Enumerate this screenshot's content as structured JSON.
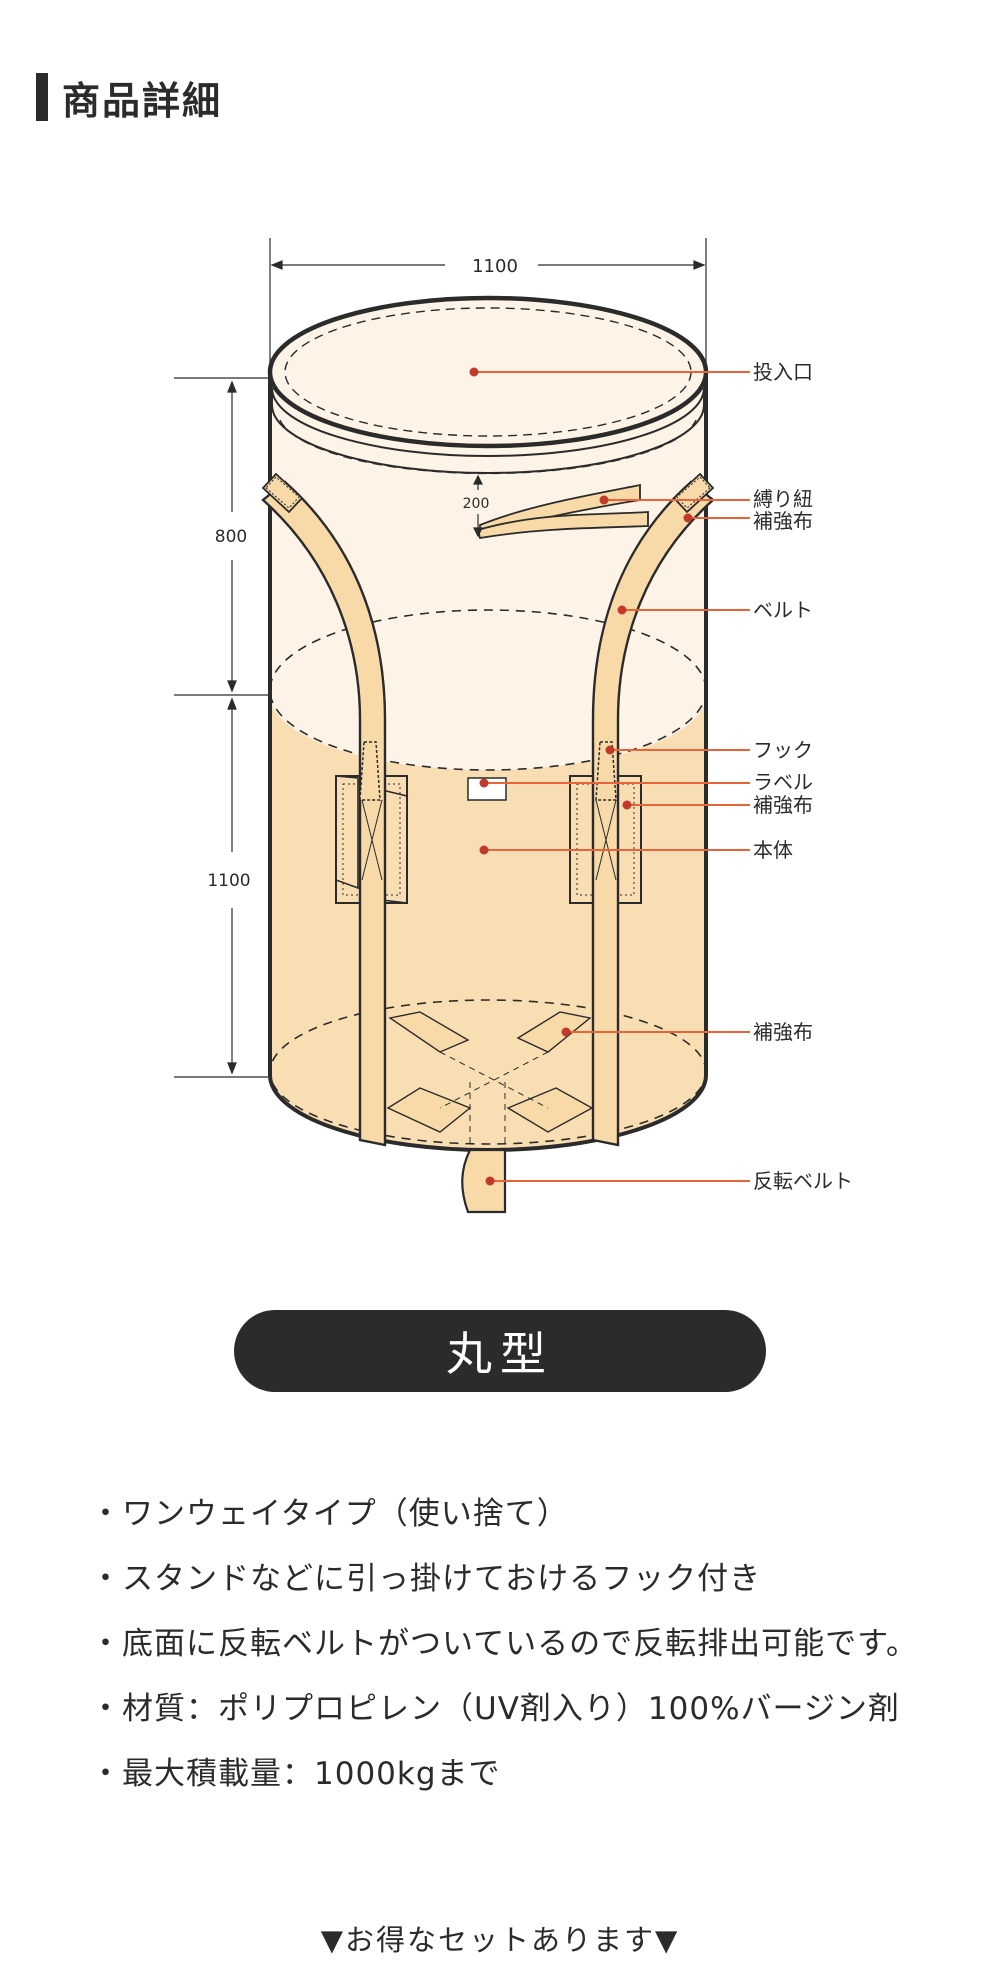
{
  "header": {
    "title": "商品詳細"
  },
  "dimensions": {
    "width": "1100",
    "upper_height": "800",
    "lower_height": "1100",
    "tie_offset": "200"
  },
  "parts": {
    "inlet": "投入口",
    "tie_string": "縛り紐",
    "reinforcement_top": "補強布",
    "belt": "ベルト",
    "hook": "フック",
    "label": "ラベル",
    "reinforcement_side": "補強布",
    "body": "本体",
    "reinforcement_bottom": "補強布",
    "discharge_belt": "反転ベルト"
  },
  "shape_badge": "丸型",
  "features": [
    "ワンウェイタイプ（使い捨て）",
    "スタンドなどに引っ掛けておけるフック付き",
    "底面に反転ベルトがついているので反転排出可能です。",
    "材質：ポリプロピレン（UV剤入り）100%バージン剤",
    "最大積載量：1000kgまで"
  ],
  "footer_note": "▼お得なセットあります▼",
  "colors": {
    "outline": "#2b2b2b",
    "upper_fill": "#fdf3e7",
    "lower_fill": "#f9deb3",
    "belt_fill": "#f8d9a8",
    "callout": "#e8643a",
    "callout_dot": "#c0392b"
  }
}
